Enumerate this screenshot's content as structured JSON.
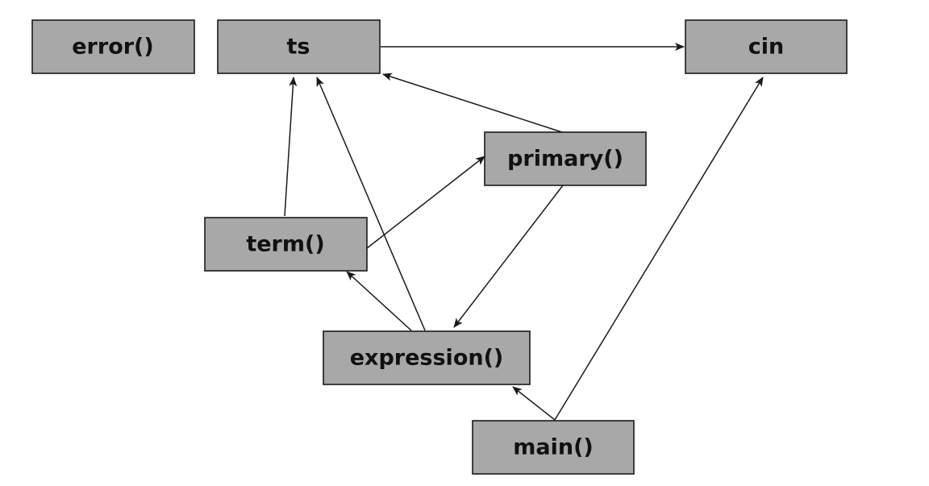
{
  "nodes": {
    "error": "error()",
    "ts": "ts",
    "cin": "cin",
    "primary": "primary()",
    "term": "term()",
    "expression": "expression()",
    "main": "main()"
  },
  "edges": [
    {
      "from": "ts",
      "to": "cin"
    },
    {
      "from": "primary",
      "to": "ts"
    },
    {
      "from": "term",
      "to": "ts"
    },
    {
      "from": "expression",
      "to": "ts"
    },
    {
      "from": "term",
      "to": "primary"
    },
    {
      "from": "primary",
      "to": "expression"
    },
    {
      "from": "expression",
      "to": "term"
    },
    {
      "from": "main",
      "to": "expression"
    },
    {
      "from": "main",
      "to": "cin"
    }
  ]
}
